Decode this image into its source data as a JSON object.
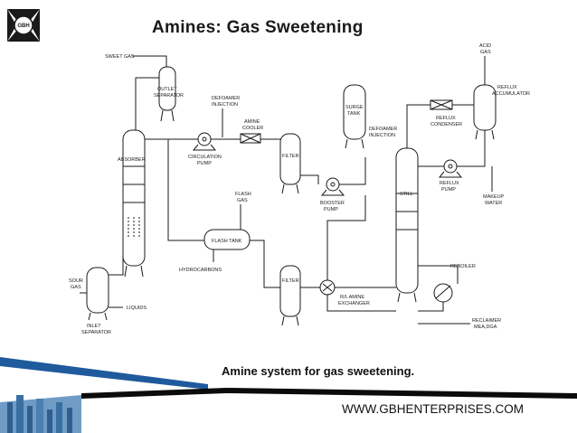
{
  "slide": {
    "title": "Amines: Gas Sweetening",
    "caption": "Amine system for gas sweetening.",
    "footer_url": "WWW.GBHENTERPRISES.COM"
  },
  "logo": {
    "icon": "gbh-logo-icon",
    "text": "GBH"
  },
  "diagram": {
    "labels": {
      "sweet_gas": "SWEET GAS",
      "outlet_separator_1": "OUTLET",
      "outlet_separator_2": "SEPARATOR",
      "defoamer_injection_1": "DEFOAMER",
      "defoamer_injection_2": "INJECTION",
      "amine_cooler_1": "AMINE",
      "amine_cooler_2": "COOLER",
      "surge_tank_1": "SURGE",
      "surge_tank_2": "TANK",
      "defoamer2_1": "DEFOAMER",
      "defoamer2_2": "INJECTION",
      "reflux_condenser_1": "REFLUX",
      "reflux_condenser_2": "CONDENSER",
      "acid_gas_1": "ACID",
      "acid_gas_2": "GAS",
      "reflux_accumulator_1": "REFLUX",
      "reflux_accumulator_2": "ACCUMULATOR",
      "absorber": "ABSORBER",
      "circulation_pump_1": "CIRCULATION",
      "circulation_pump_2": "PUMP",
      "filter_upper": "FILTER",
      "booster_pump_1": "BOOSTER",
      "booster_pump_2": "PUMP",
      "still": "STILL",
      "reflux_pump_1": "REFLUX",
      "reflux_pump_2": "PUMP",
      "makeup_water_1": "MAKEUP",
      "makeup_water_2": "WATER",
      "flash_gas_1": "FLASH",
      "flash_gas_2": "GAS",
      "flash_tank": "FLASH TANK",
      "hydrocarbons": "HYDROCARBONS",
      "filter_lower": "FILTER",
      "reboiler": "REBOILER",
      "sour_gas_1": "SOUR",
      "sour_gas_2": "GAS",
      "liquids": "LIQUIDS",
      "rl_amine_exchanger_1": "R/L AMINE",
      "rl_amine_exchanger_2": "EXCHANGER",
      "reclaimer_1": "RECLAIMER",
      "reclaimer_2": "MEA,DGA",
      "inlet_separator_1": "INLET",
      "inlet_separator_2": "SEPARATOR"
    }
  },
  "colors": {
    "deco_blue": "#1f5a9c",
    "deco_dark": "#0b0b0b",
    "deco_city": "#6f9bc4"
  }
}
